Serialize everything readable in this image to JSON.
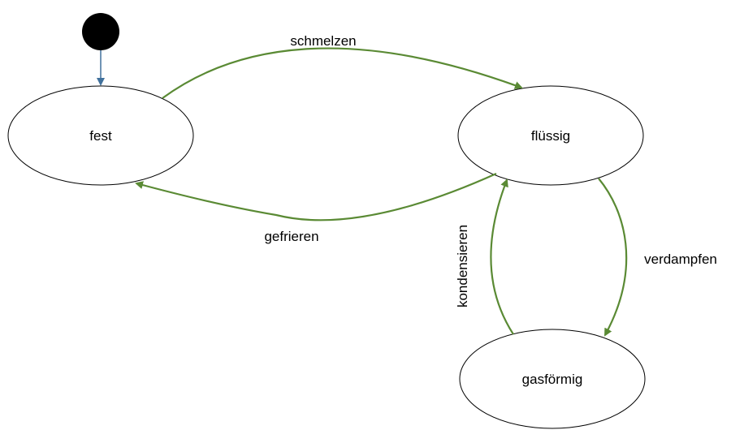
{
  "diagram": {
    "type": "state-machine",
    "colors": {
      "transition": "#5a8a34",
      "initial_arrow": "#41719c",
      "initial_node": "#000000",
      "state_border": "#000000"
    },
    "states": {
      "fest": "fest",
      "fluessig": "flüssig",
      "gasfoermig": "gasförmig"
    },
    "transitions": {
      "schmelzen": "schmelzen",
      "gefrieren": "gefrieren",
      "verdampfen": "verdampfen",
      "kondensieren": "kondensieren"
    }
  }
}
